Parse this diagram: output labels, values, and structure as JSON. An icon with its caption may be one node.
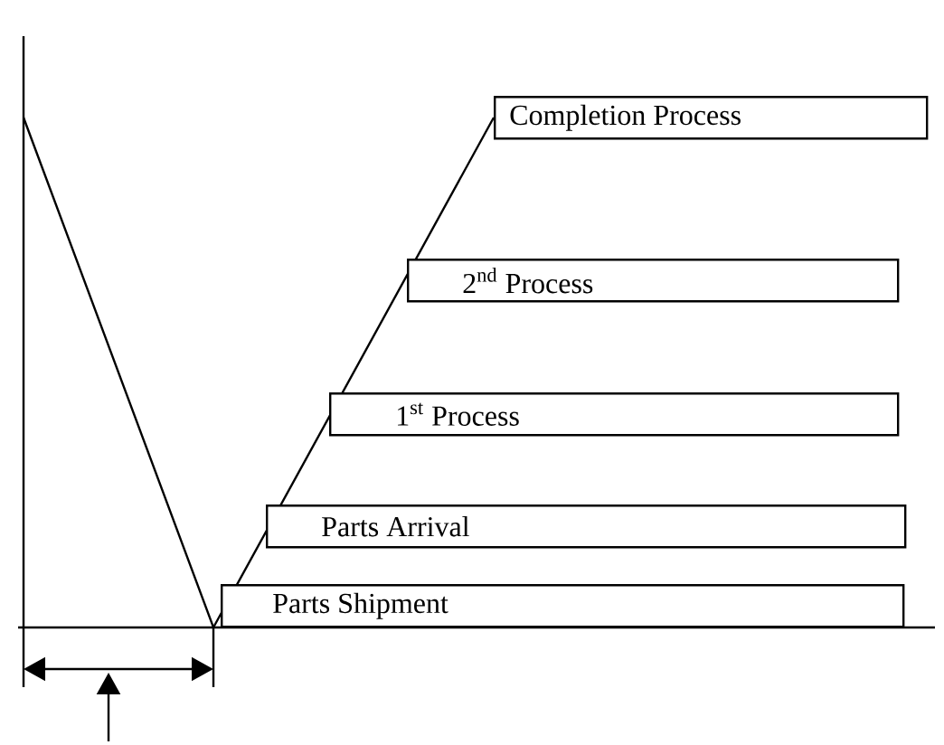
{
  "diagram": {
    "nodes": [
      {
        "text": [
          "Completion Process"
        ]
      },
      {
        "text": [
          "2$^{nd}$ Process"
        ]
      },
      {
        "text": [
          "1$^{st}$ Process"
        ]
      },
      {
        "text": [
          "Parts Arrival"
        ]
      },
      {
        "text": [
          "Parts Shipment"
        ]
      }
    ]
  }
}
